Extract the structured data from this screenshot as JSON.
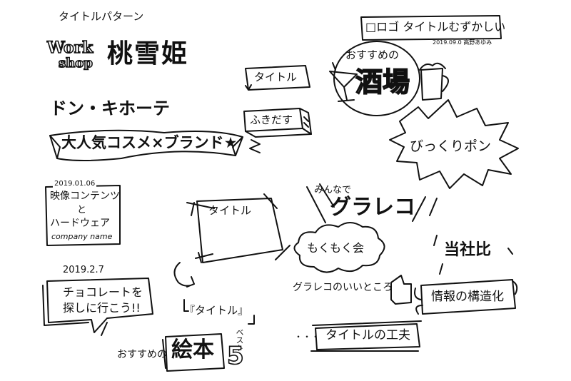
{
  "sheet": {
    "heading": "タイトルパターン",
    "workshop": {
      "line1": "Work",
      "line2": "shop"
    },
    "momoyuki": "桃雪姫",
    "donki": "ドン・キホーテ",
    "ninki": "大人気コスメ×ブランド★",
    "logo_title": "□ロゴ タイトルむずかしい",
    "logo_credit": "2019.09.0 高野あゆみ",
    "title_tag": "タイトル",
    "fukidasu": "ふきだす",
    "sakaba": {
      "pre": "おすすめの",
      "main": "酒場"
    },
    "bikkuri": "びっくりポン",
    "document": {
      "date": "2019.01.06",
      "line1": "映像コンテンツ",
      "line2": "と",
      "line3": "ハードウェア",
      "line4": "company name"
    },
    "center_frame": "タイトル",
    "minna": "みんなで",
    "gurareko": "グラレコ",
    "mokumoku": "もくもく会",
    "tousha": "当社比",
    "choco": {
      "date": "2019.2.7",
      "line1": "チョコレートを",
      "line2": "探しに行こう!!"
    },
    "good_point": "グラレコのいいところ",
    "jouhou": "情報の構造化",
    "kakko": "『タイトル』",
    "bottom_title": "タイトルの工夫",
    "dots": "・・・",
    "ehon": {
      "pre": "おすすめの",
      "main": "絵本",
      "best": "ベスト",
      "num": "5"
    }
  }
}
